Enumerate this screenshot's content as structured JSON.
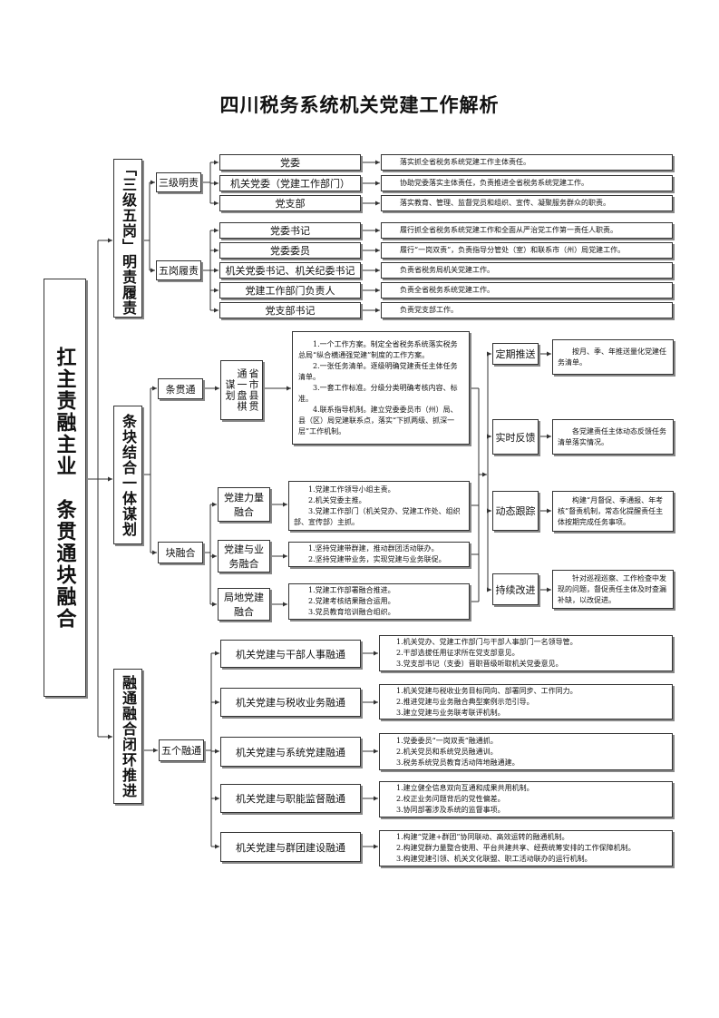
{
  "title": "四川税务系统机关党建工作解析",
  "root": "扛主责融主业　条贯通块融合",
  "sectionA": {
    "label": "「三级五岗」明责履责",
    "groups": [
      {
        "label": "三级明责",
        "items": [
          {
            "name": "党委",
            "desc": "落实抓全省税务系统党建工作主体责任。"
          },
          {
            "name": "机关党委（党建工作部门）",
            "desc": "协助党委落实主体责任，负责推进全省税务系统党建工作。"
          },
          {
            "name": "党支部",
            "desc": "落实教育、管理、监督党员和组织、宣传、凝聚服务群众的职责。"
          }
        ]
      },
      {
        "label": "五岗履责",
        "items": [
          {
            "name": "党委书记",
            "desc": "履行抓全省税务系统党建工作和全面从严治党工作第一责任人职责。"
          },
          {
            "name": "党委委员",
            "desc": "履行“一岗双责”，负责指导分管处（室）和联系市（州）局党建工作。"
          },
          {
            "name": "机关党委书记、机关纪委书记",
            "desc": "负责省税务局机关党建工作。"
          },
          {
            "name": "党建工作部门负责人",
            "desc": "负责全省税务系统党建工作。"
          },
          {
            "name": "党支部书记",
            "desc": "负责党支部工作。"
          }
        ]
      }
    ]
  },
  "sectionB": {
    "label": "条块结合一体谋划",
    "tiao": {
      "label": "条贯通",
      "sub": "省市县贯通一盘棋谋划",
      "points": [
        "1.一个工作方案。制定全省税务系统落实税务总局“纵合横通强党建”制度的工作方案。",
        "2.一张任务清单。逐级明确党建责任主体任务清单。",
        "3.一套工作标准。分级分类明确考核内容、标准。",
        "4.联系指导机制。建立党委委员市（州）局、县（区）局党建联系点，落实“下抓两级、抓深一层”工作机制。"
      ]
    },
    "kuai": {
      "label": "块融合",
      "items": [
        {
          "name": "党建力量融合",
          "points": [
            "1.党建工作领导小组主责。",
            "2.机关党委主推。",
            "3.党建工作部门（机关党办、党建工作处、组织部、宣传部）主抓。"
          ]
        },
        {
          "name": "党建与业务融合",
          "points": [
            "1.坚持党建带群建，推动群团活动联办。",
            "2.坚持党建带业务，实现党建与业务联促。"
          ]
        },
        {
          "name": "局地党建融合",
          "points": [
            "1.党建工作部署融合推进。",
            "2.党建考核结果融合运用。",
            "3.党员教育培训融合组织。"
          ]
        }
      ]
    },
    "loop": [
      {
        "name": "定期推送",
        "desc": "按月、季、年推送量化党建任务清单。"
      },
      {
        "name": "实时反馈",
        "desc": "各党建责任主体动态反馈任务清单落实情况。"
      },
      {
        "name": "动态跟踪",
        "desc": "构建“月督促、季通报、年考核”督责机制，常态化提醒责任主体按期完成任务事项。"
      },
      {
        "name": "持续改进",
        "desc": "针对巡视巡察、工作检查中发现的问题，督促责任主体及时查漏补缺，以改促进。"
      }
    ]
  },
  "sectionC": {
    "label": "融通融合闭环推进",
    "group": "五个融通",
    "items": [
      {
        "name": "机关党建与干部人事融通",
        "points": [
          "1.机关党办、党建工作部门与干部人事部门一名领导管。",
          "2.干部选拔任用征求所在党支部意见。",
          "3.党支部书记（支委）晋职晋级听取机关党委意见。"
        ]
      },
      {
        "name": "机关党建与税收业务融通",
        "points": [
          "1.机关党建与税收业务目标同向、部署同步、工作同力。",
          "2.推进党建与业务融合典型案例示范引导。",
          "3.建立党建与业务联考联评机制。"
        ]
      },
      {
        "name": "机关党建与系统党建融通",
        "points": [
          "1.党委委员“一岗双责”融通抓。",
          "2.机关党员和系统党员融通训。",
          "3.税务系统党员教育活动阵地融通建。"
        ]
      },
      {
        "name": "机关党建与职能监督融通",
        "points": [
          "1.建立健全信息双向互通和成果共用机制。",
          "2.校正业务问题背后的党性偏差。",
          "3.协同部署涉及系统的监督事项。"
        ]
      },
      {
        "name": "机关党建与群团建设融通",
        "points": [
          "1.构建“党建+群团”协同联动、高效运转的融通机制。",
          "2.构建党群力量整合使用、平台共建共享、经费统筹安排的工作保障机制。",
          "3.构建党建引领、机关文化联盟、职工活动联办的运行机制。"
        ]
      }
    ]
  }
}
